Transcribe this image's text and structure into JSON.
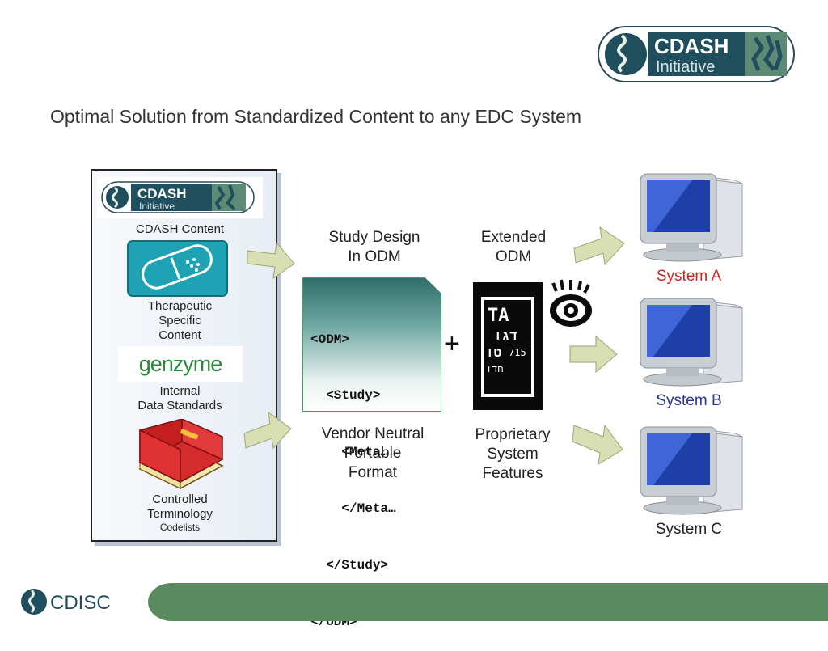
{
  "header": {
    "logo_top": "CDASH",
    "logo_bottom": "Initiative",
    "title": "Optimal Solution from Standardized Content to any EDC System"
  },
  "panel": {
    "logo_top": "CDASH",
    "logo_bottom": "Initiative",
    "cdash_content": "CDASH Content",
    "therapeutic_line1": "Therapeutic",
    "therapeutic_line2": "Specific",
    "therapeutic_line3": "Content",
    "genzyme": "genzyme",
    "internal_line1": "Internal",
    "internal_line2": "Data Standards",
    "controlled_line1": "Controlled",
    "controlled_line2": "Terminology",
    "codelists": "Codelists"
  },
  "middle": {
    "study_design_line1": "Study Design",
    "study_design_line2": "In ODM",
    "extended_line1": "Extended",
    "extended_line2": "ODM",
    "odm_lines": [
      "<ODM>",
      "  <Study>",
      "    <Meta…",
      "    </Meta…",
      "  </Study>",
      "</ODM>"
    ],
    "plus": "+",
    "vendor_line1": "Vendor Neutral",
    "vendor_line2": "Portable",
    "vendor_line3": "Format",
    "proprietary_line1": "Proprietary",
    "proprietary_line2": "System",
    "proprietary_line3": "Features",
    "fig_text1": "TA",
    "fig_text2": "דגו",
    "fig_text3": "טו",
    "fig_text4": "715",
    "fig_text5": "חדו"
  },
  "systems": {
    "a": {
      "label": "System A",
      "color": "#c62828"
    },
    "b": {
      "label": "System B",
      "color": "#283593"
    },
    "c": {
      "label": "System C",
      "color": "#222222"
    }
  },
  "footer": {
    "logo": "CDISC"
  }
}
